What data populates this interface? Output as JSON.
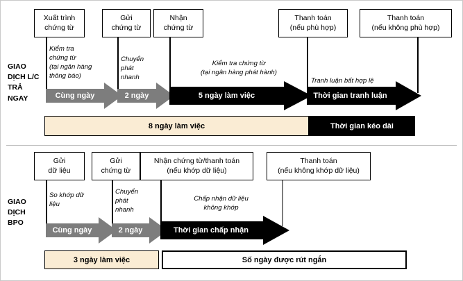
{
  "diagram": {
    "title_present": false,
    "colors": {
      "gray_arrow": "#7d7d7d",
      "black_arrow": "#000000",
      "cream_bar": "#faecd4",
      "border": "#000000",
      "background": "#ffffff"
    },
    "sections": [
      {
        "id": "lc",
        "row_label": "GIAO\nDỊCH L/C\nTRẢ\nNGAY",
        "row_label_lines": [
          "GIAO",
          "DỊCH L/C",
          "TRẢ",
          "NGAY"
        ],
        "event_boxes": [
          {
            "id": "lc-box-1",
            "lines": [
              "Xuất trình",
              "chứng từ"
            ]
          },
          {
            "id": "lc-box-2",
            "lines": [
              "Gửi",
              "chứng từ"
            ]
          },
          {
            "id": "lc-box-3",
            "lines": [
              "Nhận",
              "chứng từ"
            ]
          },
          {
            "id": "lc-box-4",
            "lines": [
              "Thanh toán",
              "(nếu phù hợp)"
            ]
          },
          {
            "id": "lc-box-5",
            "lines": [
              "Thanh toán",
              "(nếu không phù hợp)"
            ]
          }
        ],
        "captions": [
          {
            "id": "lc-cap-1",
            "lines": [
              "Kiểm tra",
              "chứng từ",
              "(tại ngân hàng",
              "thông báo)"
            ]
          },
          {
            "id": "lc-cap-2",
            "lines": [
              "Chuyển",
              "phát",
              "nhanh"
            ]
          },
          {
            "id": "lc-cap-3",
            "lines": [
              "Kiểm tra chứng từ",
              "(tại ngân hàng phát hành)"
            ]
          },
          {
            "id": "lc-cap-4",
            "lines": [
              "Tranh luận bất hợp lệ"
            ]
          }
        ],
        "arrows": [
          {
            "id": "lc-arrow-1",
            "label": "Cùng ngày",
            "style": "gray"
          },
          {
            "id": "lc-arrow-2",
            "label": "2 ngày",
            "style": "gray"
          },
          {
            "id": "lc-arrow-3",
            "label": "5 ngày làm việc",
            "style": "black"
          },
          {
            "id": "lc-arrow-4",
            "label": "Thời gian tranh luận",
            "style": "black"
          }
        ],
        "summary_bars": [
          {
            "id": "lc-bar-1",
            "label": "8 ngày làm việc",
            "style": "cream"
          },
          {
            "id": "lc-bar-2",
            "label": "Thời gian kéo dài",
            "style": "black"
          }
        ]
      },
      {
        "id": "bpo",
        "row_label": "GIAO\nDỊCH\nBPO",
        "row_label_lines": [
          "GIAO",
          "DỊCH",
          "BPO"
        ],
        "event_boxes": [
          {
            "id": "bpo-box-1",
            "lines": [
              "Gửi",
              "dữ liệu"
            ]
          },
          {
            "id": "bpo-box-2",
            "lines": [
              "Gửi",
              "chứng từ"
            ]
          },
          {
            "id": "bpo-box-3",
            "lines": [
              "Nhận chứng từ/thanh toán",
              "(nếu khớp dữ liệu)"
            ]
          },
          {
            "id": "bpo-box-4",
            "lines": [
              "Thanh toán",
              "(nếu không khớp dữ liệu)"
            ]
          }
        ],
        "captions": [
          {
            "id": "bpo-cap-1",
            "lines": [
              "So khớp dữ",
              "liệu"
            ]
          },
          {
            "id": "bpo-cap-2",
            "lines": [
              "Chuyển",
              "phát",
              "nhanh"
            ]
          },
          {
            "id": "bpo-cap-3",
            "lines": [
              "Chấp nhận dữ liệu",
              "không khớp"
            ]
          }
        ],
        "arrows": [
          {
            "id": "bpo-arrow-1",
            "label": "Cùng ngày",
            "style": "gray"
          },
          {
            "id": "bpo-arrow-2",
            "label": "2 ngày",
            "style": "gray"
          },
          {
            "id": "bpo-arrow-3",
            "label": "Thời gian chấp nhận",
            "style": "black"
          }
        ],
        "summary_bars": [
          {
            "id": "bpo-bar-1",
            "label": "3 ngày làm việc",
            "style": "cream"
          },
          {
            "id": "bpo-bar-2",
            "label": "Số ngày được rút ngắn",
            "style": "white"
          }
        ]
      }
    ]
  }
}
